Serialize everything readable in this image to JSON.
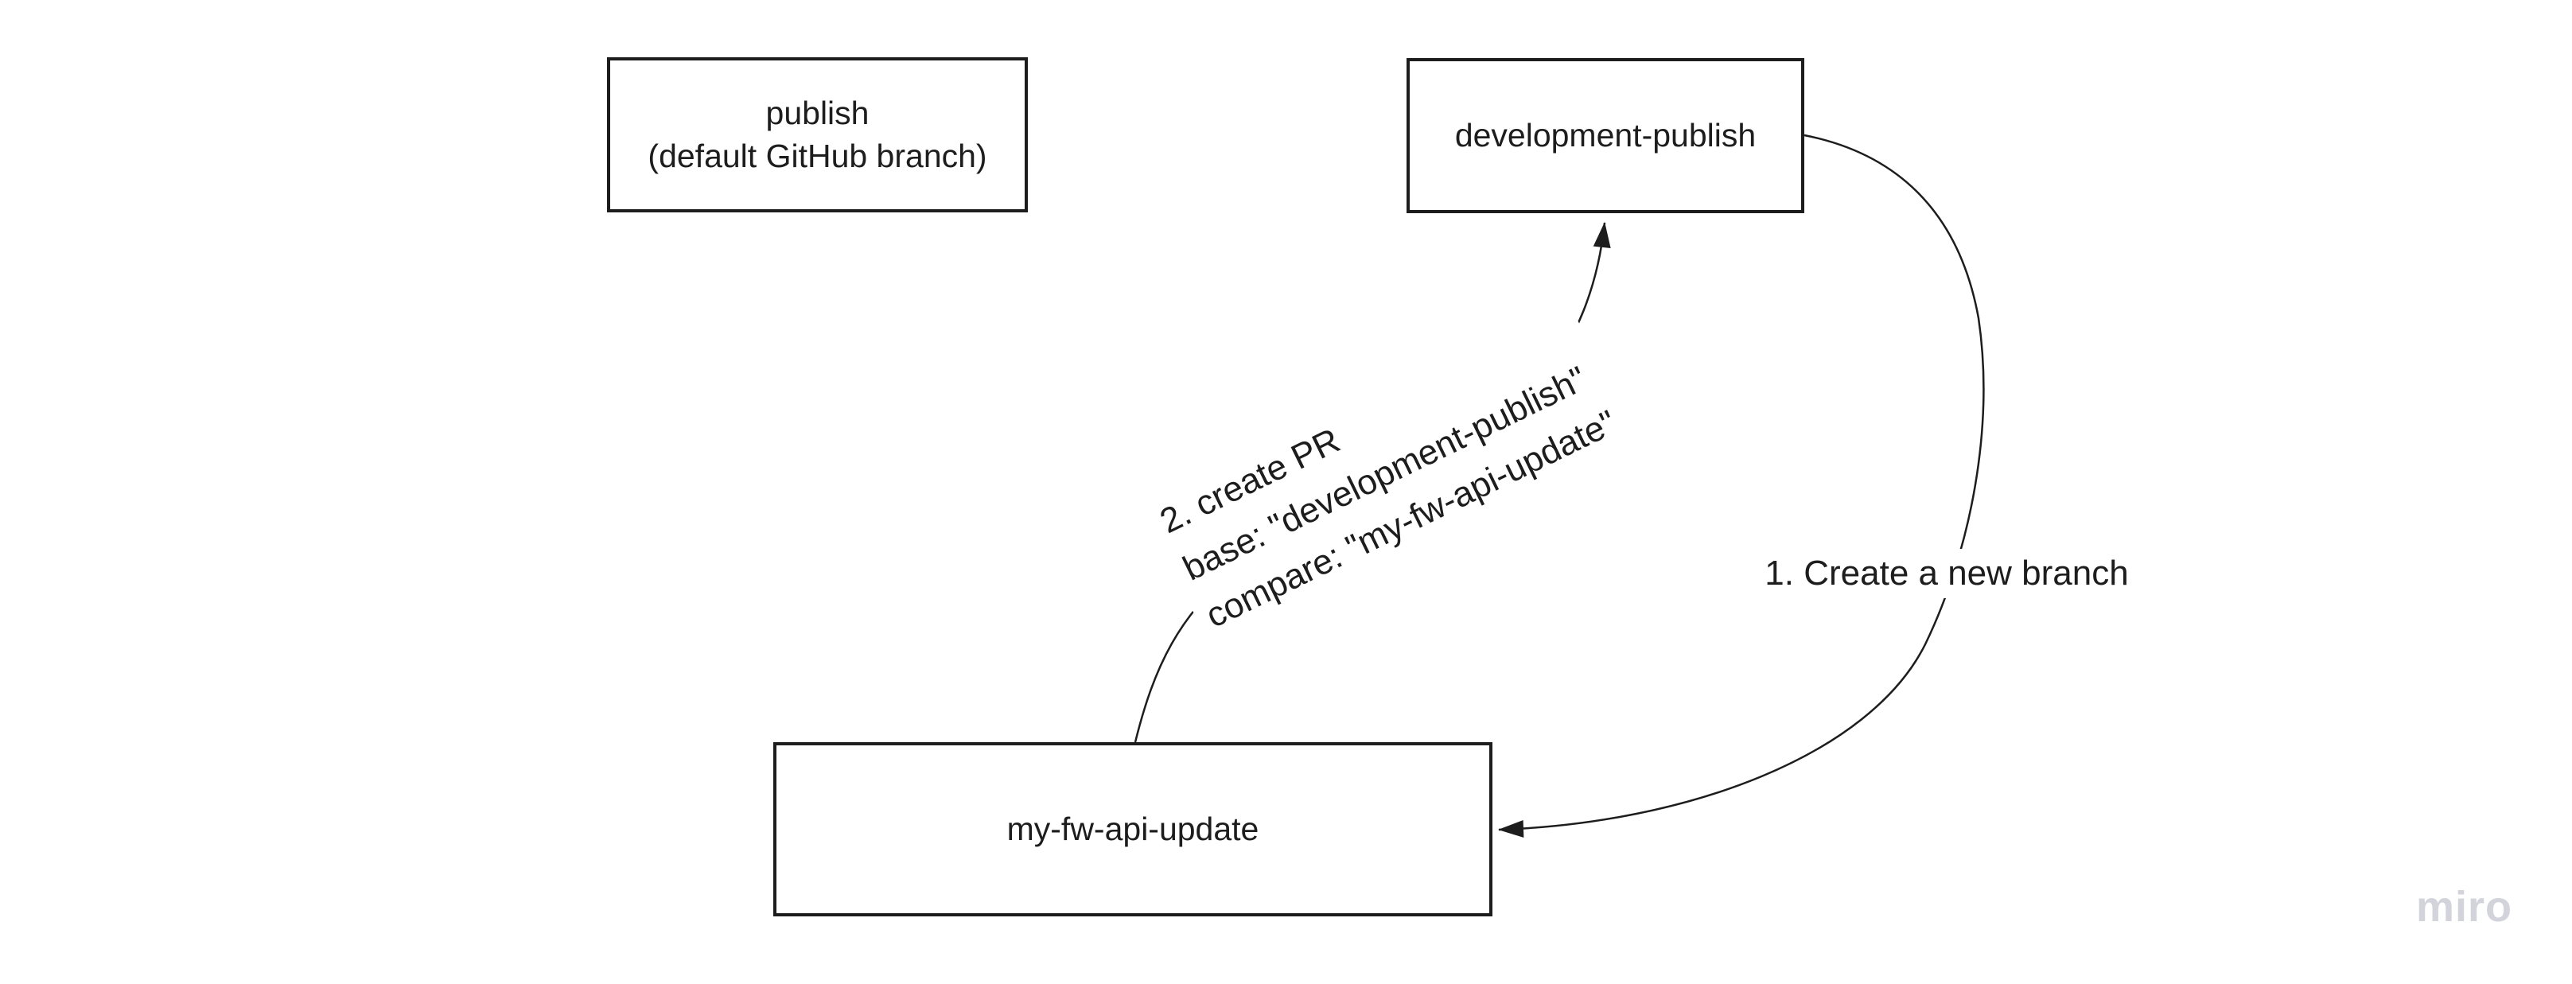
{
  "board": {
    "background": "#ffffff",
    "ink": "#1d1d1d",
    "nodes": [
      {
        "id": "publish",
        "lines": [
          "publish",
          "(default GitHub branch)"
        ]
      },
      {
        "id": "development-publish",
        "lines": [
          "development-publish"
        ]
      },
      {
        "id": "my-fw-api-update",
        "lines": [
          "my-fw-api-update"
        ]
      }
    ],
    "connectors": [
      {
        "id": "create-branch",
        "from": "development-publish",
        "to": "my-fw-api-update",
        "label": "1. Create a new branch"
      },
      {
        "id": "create-pr",
        "from": "my-fw-api-update",
        "to": "development-publish",
        "label_lines": [
          "2. create PR",
          "base: \"development-publish\"",
          "compare: \"my-fw-api-update\""
        ]
      }
    ],
    "watermark": "miro"
  }
}
